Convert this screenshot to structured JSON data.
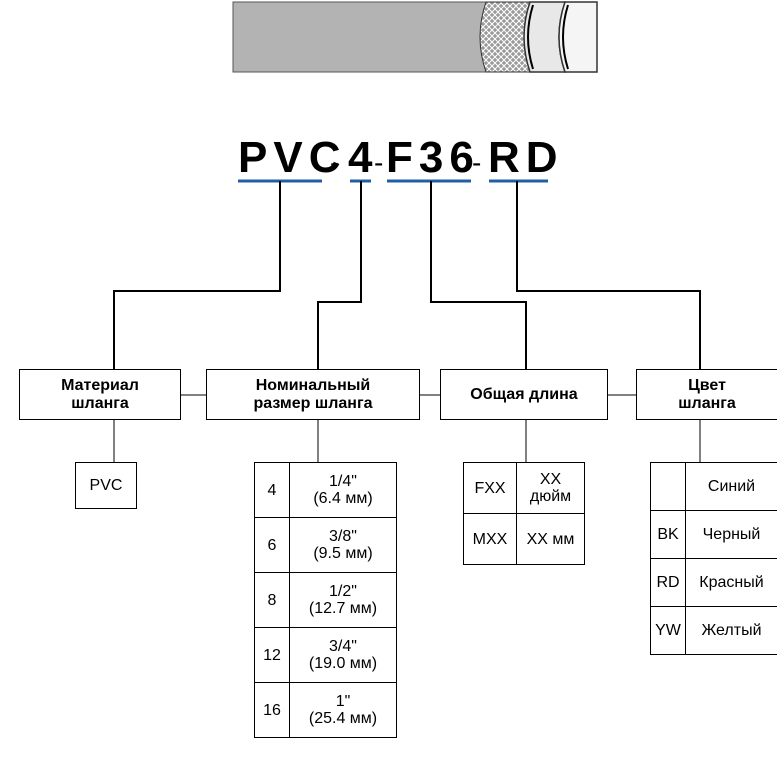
{
  "code": {
    "material": "PVC",
    "size": "4",
    "length": "F36",
    "color": "RD",
    "separator": "-"
  },
  "categories": {
    "material": [
      "Материал",
      "шланга"
    ],
    "size": [
      "Номинальный",
      "размер шланга"
    ],
    "length": [
      "Общая длина"
    ],
    "color": [
      "Цвет",
      "шланга"
    ]
  },
  "material_values": [
    "PVC"
  ],
  "size_table": [
    {
      "code": "4",
      "inch": "1/4\"",
      "mm": "(6.4 мм)"
    },
    {
      "code": "6",
      "inch": "3/8\"",
      "mm": "(9.5 мм)"
    },
    {
      "code": "8",
      "inch": "1/2\"",
      "mm": "(12.7 мм)"
    },
    {
      "code": "12",
      "inch": "3/4\"",
      "mm": "(19.0 мм)"
    },
    {
      "code": "16",
      "inch": "1\"",
      "mm": "(25.4 мм)"
    }
  ],
  "length_table": [
    {
      "code": "FXX",
      "desc": "XX дюйм"
    },
    {
      "code": "MXX",
      "desc": "XX мм"
    }
  ],
  "color_table": [
    {
      "code": "",
      "desc": "Синий"
    },
    {
      "code": "BK",
      "desc": "Черный"
    },
    {
      "code": "RD",
      "desc": "Красный"
    },
    {
      "code": "YW",
      "desc": "Желтый"
    }
  ],
  "colors": {
    "underline": "#1f5fa8",
    "hose_body": "#b3b3b3",
    "line": "#000000"
  }
}
